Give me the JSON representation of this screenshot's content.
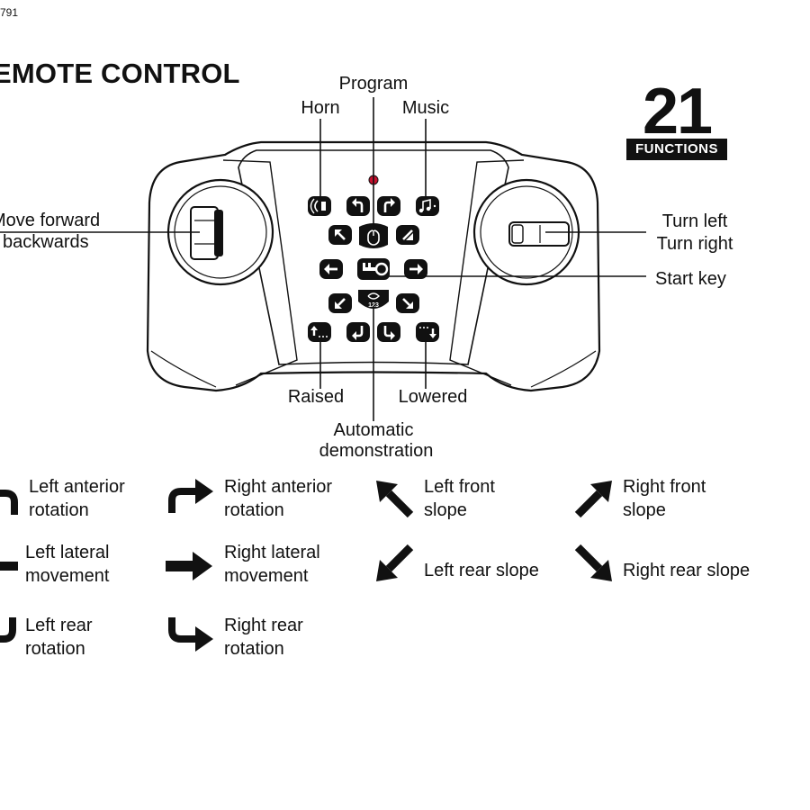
{
  "page_code": "791",
  "title": "EMOTE CONTROL",
  "badge": {
    "number": "21",
    "label": "FUNCTIONS"
  },
  "callouts": {
    "program": "Program",
    "horn": "Horn",
    "music": "Music",
    "move_forward": "Move forward",
    "backwards": "backwards",
    "turn_left": "Turn left",
    "turn_right": "Turn right",
    "start_key": "Start key",
    "raised": "Raised",
    "lowered": "Lowered",
    "auto_demo_line1": "Automatic",
    "auto_demo_line2": "demonstration"
  },
  "button_glyphs": {
    "demo_number": "123"
  },
  "legend": [
    {
      "line1": "Left anterior",
      "line2": "rotation",
      "icon": "curved-arrow-up-left-icon"
    },
    {
      "line1": "Right anterior",
      "line2": "rotation",
      "icon": "curved-arrow-up-right-icon"
    },
    {
      "line1": "Left front",
      "line2": "slope",
      "icon": "arrow-up-left-icon"
    },
    {
      "line1": "Right front",
      "line2": "slope",
      "icon": "arrow-up-right-icon"
    },
    {
      "line1": "Left lateral",
      "line2": "movement",
      "icon": "arrow-left-icon"
    },
    {
      "line1": "Right lateral",
      "line2": "movement",
      "icon": "arrow-right-icon"
    },
    {
      "line1": "Left rear slope",
      "line2": "",
      "icon": "arrow-down-left-icon"
    },
    {
      "line1": "Right rear slope",
      "line2": "",
      "icon": "arrow-down-right-icon"
    },
    {
      "line1": "Left rear",
      "line2": "rotation",
      "icon": "curved-arrow-down-left-icon"
    },
    {
      "line1": "Right rear",
      "line2": "rotation",
      "icon": "curved-arrow-down-right-icon"
    }
  ],
  "colors": {
    "ink": "#111111",
    "indicator": "#c8102e",
    "background": "#ffffff"
  }
}
